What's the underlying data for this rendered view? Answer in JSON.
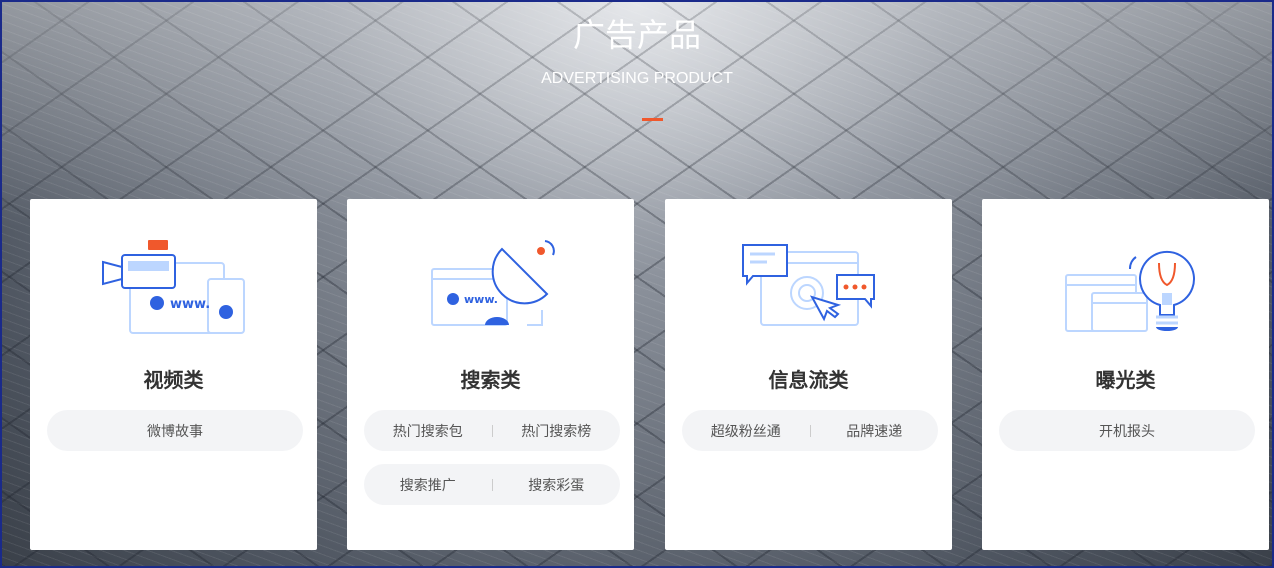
{
  "header": {
    "title": "广告产品",
    "subtitle": "ADVERTISING PRODUCT"
  },
  "cards": [
    {
      "title": "视频类",
      "rows": [
        [
          "微博故事"
        ]
      ]
    },
    {
      "title": "搜索类",
      "rows": [
        [
          "热门搜索包",
          "热门搜索榜"
        ],
        [
          "搜索推广",
          "搜索彩蛋"
        ]
      ]
    },
    {
      "title": "信息流类",
      "rows": [
        [
          "超级粉丝通",
          "品牌速递"
        ]
      ]
    },
    {
      "title": "曝光类",
      "rows": [
        [
          "开机报头"
        ]
      ]
    }
  ],
  "colors": {
    "accent": "#f0582c",
    "icon_blue": "#2f62e0",
    "icon_light": "#bcd6ff"
  }
}
